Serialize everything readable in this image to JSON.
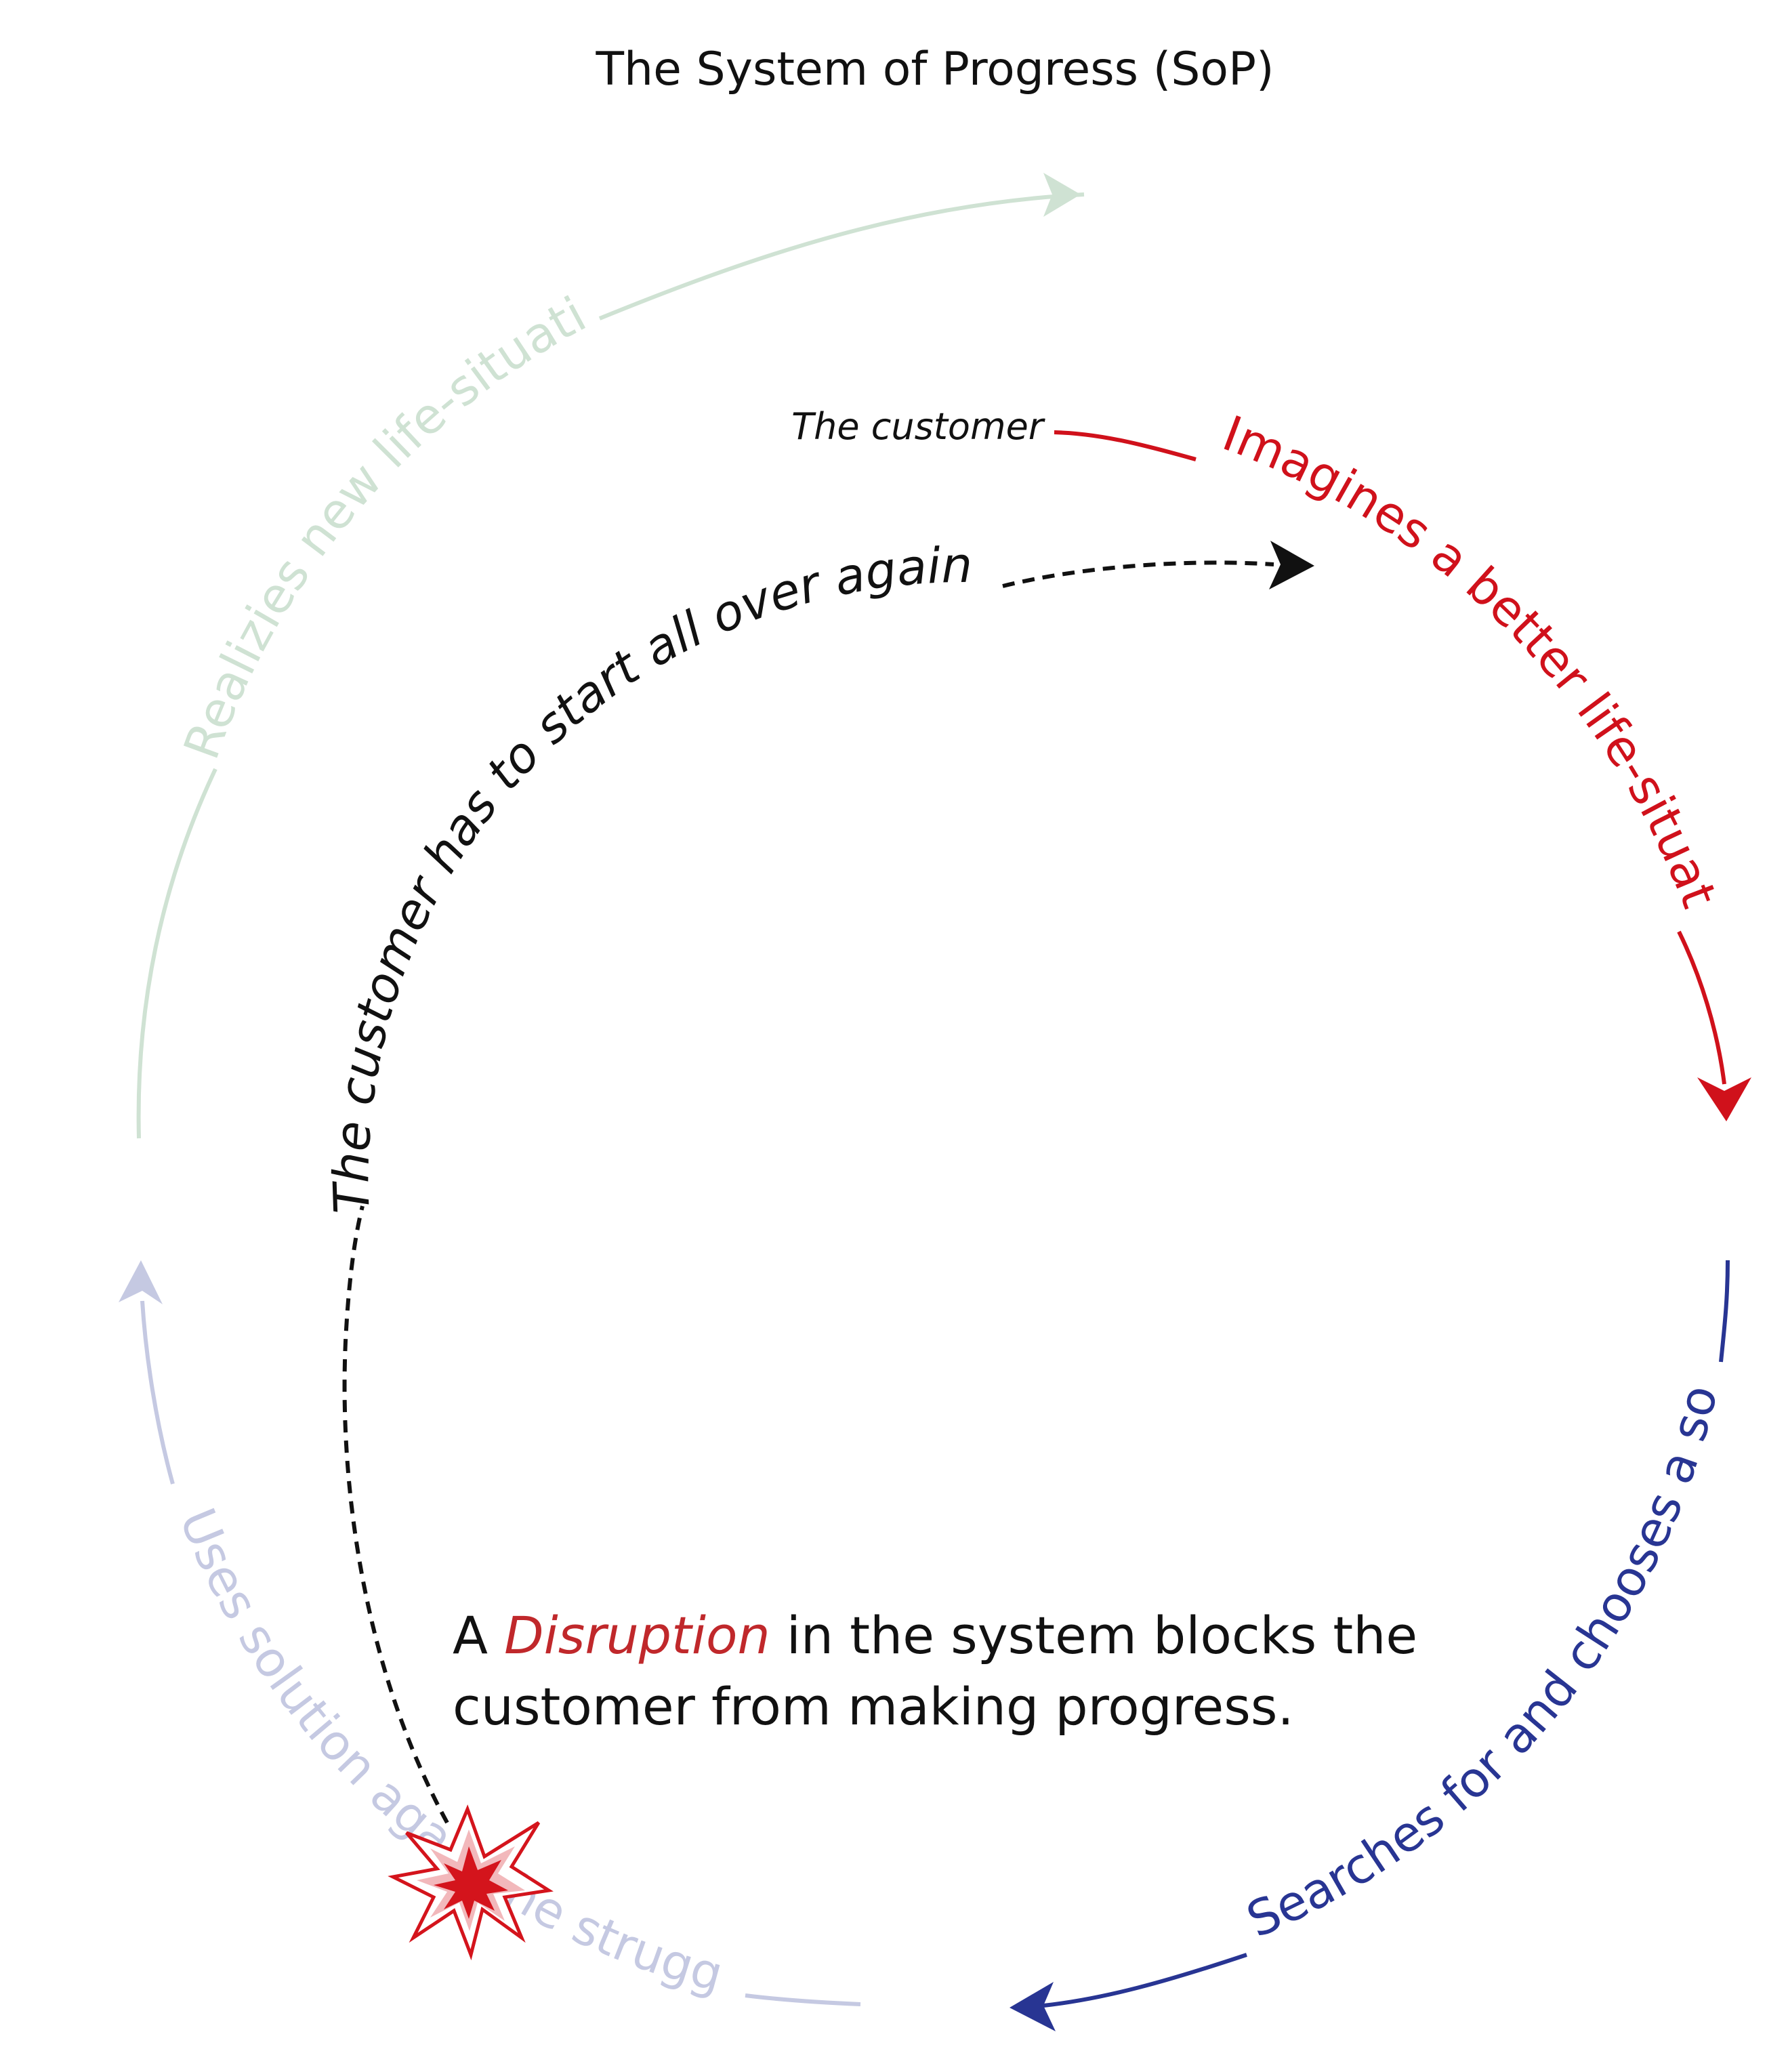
{
  "title": "The System of Progress (SoP)",
  "labels": {
    "realizes": "Realizies new life-situation",
    "the_customer": "The customer",
    "imagines": "Imagines a better life-situation",
    "searches": "Searches for and chooses a soltuion",
    "uses": "Uses solution again the struggle",
    "start_over": "The customer has to start all over again"
  },
  "caption": {
    "line1_pre": "A ",
    "line1_em": "Disruption",
    "line1_post": " in the system blocks the",
    "line2": "customer from making progress."
  },
  "colors": {
    "green": "#cfe2d3",
    "red": "#d0111b",
    "blue": "#283593",
    "lavender": "#c5c9e2",
    "black": "#111111",
    "burst_red": "#d4141c"
  }
}
